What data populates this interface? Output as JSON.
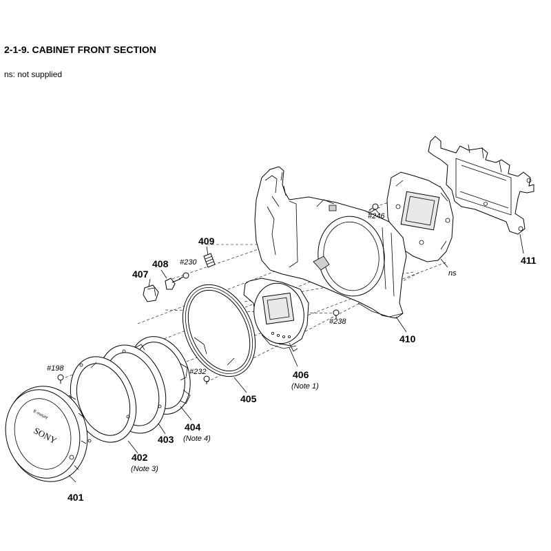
{
  "header": {
    "title": "2-1-9. CABINET FRONT SECTION",
    "note": "ns: not supplied"
  },
  "parts": {
    "p401": "401",
    "p402": "402",
    "p402_note": "(Note 3)",
    "p403": "403",
    "p404": "404",
    "p404_note": "(Note 4)",
    "p405": "405",
    "p406": "406",
    "p406_note": "(Note 1)",
    "p407": "407",
    "p408": "408",
    "p409": "409",
    "p410": "410",
    "p411": "411",
    "ns": "ns"
  },
  "screws": {
    "s198": "#198",
    "s230": "#230",
    "s232": "#232",
    "s238": "#238",
    "s246": "#246"
  },
  "cap_text": {
    "brand": "SONY",
    "mount": "E-mount"
  }
}
